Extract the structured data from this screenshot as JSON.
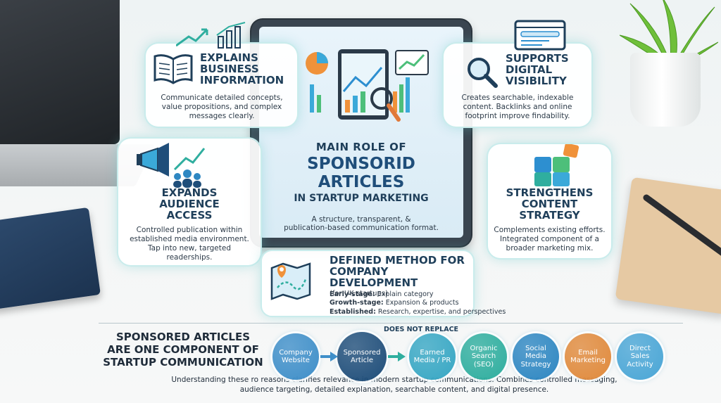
{
  "center": {
    "line1": "MAIN ROLE OF",
    "line2": "SPONSORID ARTICLES",
    "line3": "IN STARTUP MARKETING",
    "subtitle_1": "A structure, transparent, &",
    "subtitle_2": "publication-based communication format."
  },
  "cards": {
    "business": {
      "title_1": "EXPLAINS",
      "title_2": "BUSINESS",
      "title_3": "INFORMATION",
      "desc_1": "Communicate detailed concepts,",
      "desc_2": "value propositions, and complex",
      "desc_3": "messages clearly."
    },
    "visibility": {
      "title_1": "SUPPORTS",
      "title_2": "DIGITAL",
      "title_3": "VISIBILITY",
      "desc_1": "Creates searchable, indexable",
      "desc_2": "content. Backlinks and online",
      "desc_3": "footprint improve findability."
    },
    "audience": {
      "title_1": "EXPANDS",
      "title_2": "AUDIENCE",
      "title_3": "ACCESS",
      "desc_1": "Controlled publication within",
      "desc_2": "established media environment.",
      "desc_3": "Tap into new, targeted",
      "desc_4": "readerships."
    },
    "content": {
      "title_1": "STRENGTHENS",
      "title_2": "CONTENT",
      "title_3": "STRATEGY",
      "desc_1": "Complements existing efforts.",
      "desc_2": "Integrated component of a",
      "desc_3": "broader marketing mix."
    }
  },
  "method": {
    "title_1": "DEFINED METHOD FOR",
    "title_2": "COMPANY DEVELOPMENT",
    "subtitle": "(for UK startups)",
    "stages": [
      {
        "label": "Early-stage:",
        "text": "Explain category"
      },
      {
        "label": "Growth-stage:",
        "text": "Expansion & products"
      },
      {
        "label": "Established:",
        "text": "Research, expertise, and perspectives"
      }
    ]
  },
  "component": {
    "line1": "SPONSORED ARTICLES",
    "line2": "ARE ONE COMPONENT OF",
    "line3": "STARTUP COMMUNICATION",
    "does_not_replace": "DOES NOT REPLACE",
    "circles": [
      {
        "l1": "Company",
        "l2": "Website",
        "color": "#3f8fc9"
      },
      {
        "l1": "Sponsored",
        "l2": "Article",
        "color": "#1f4e7a"
      },
      {
        "l1": "Earned",
        "l2": "Media / PR",
        "color": "#37a7c4"
      },
      {
        "l1": "Organic",
        "l2": "Search",
        "l3": "(SEO)",
        "color": "#2fae9f"
      },
      {
        "l1": "Social",
        "l2": "Media",
        "l3": "Strategy",
        "color": "#2e87c2"
      },
      {
        "l1": "Email",
        "l2": "Marketing",
        "color": "#e08a3c"
      },
      {
        "l1": "Direct",
        "l2": "Sales",
        "l3": "Activity",
        "color": "#4aa6d6"
      }
    ]
  },
  "footer": {
    "line1": "Understanding these ro reasons clarifies relevance in modern startup communications. Combines controlled messaging,",
    "line2": "audience targeting, detailed explanation, searchable content, and digital presence."
  },
  "icons": [
    "open-book-icon",
    "bar-chart-icon",
    "magnifier-icon",
    "search-window-icon",
    "megaphone-icon",
    "people-icon",
    "puzzle-icon",
    "map-icon",
    "tablet-chart-icon"
  ]
}
